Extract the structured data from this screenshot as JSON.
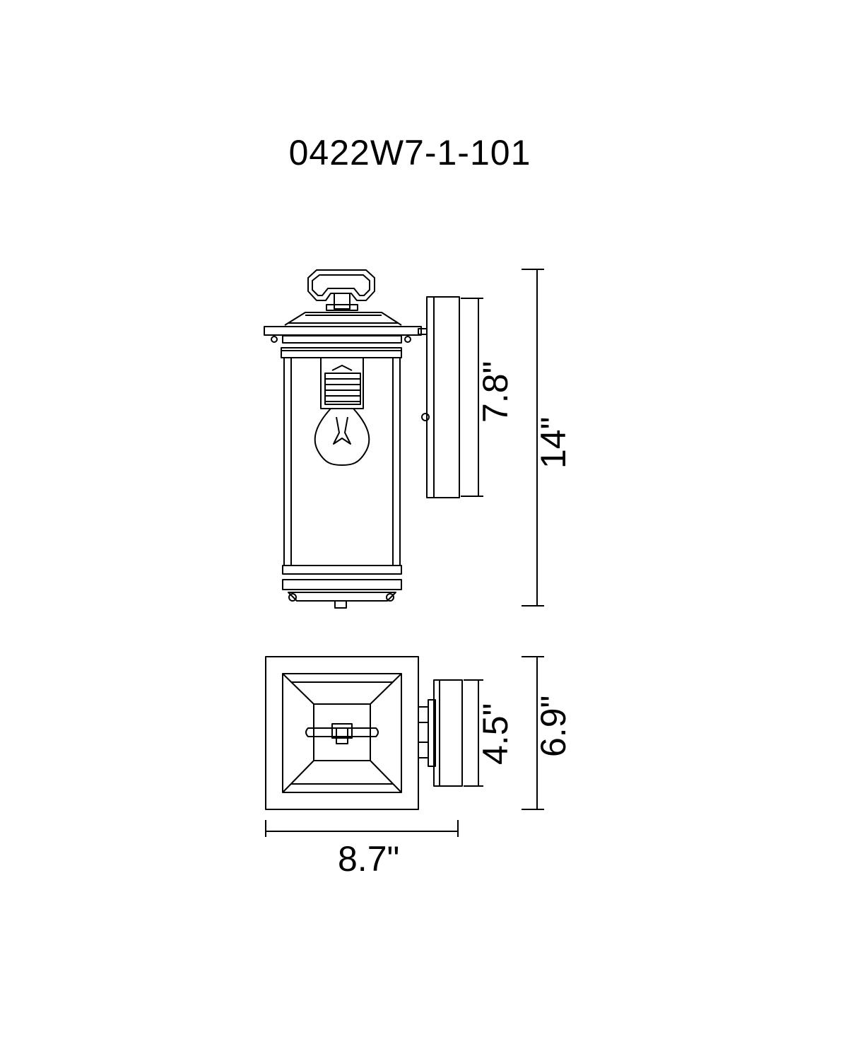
{
  "model": "0422W7-1-101",
  "dimensions": {
    "backplate_height": "7.8\"",
    "overall_height": "14\"",
    "backplate_width": "4.5\"",
    "overall_width": "6.9\"",
    "extension": "8.7\""
  }
}
